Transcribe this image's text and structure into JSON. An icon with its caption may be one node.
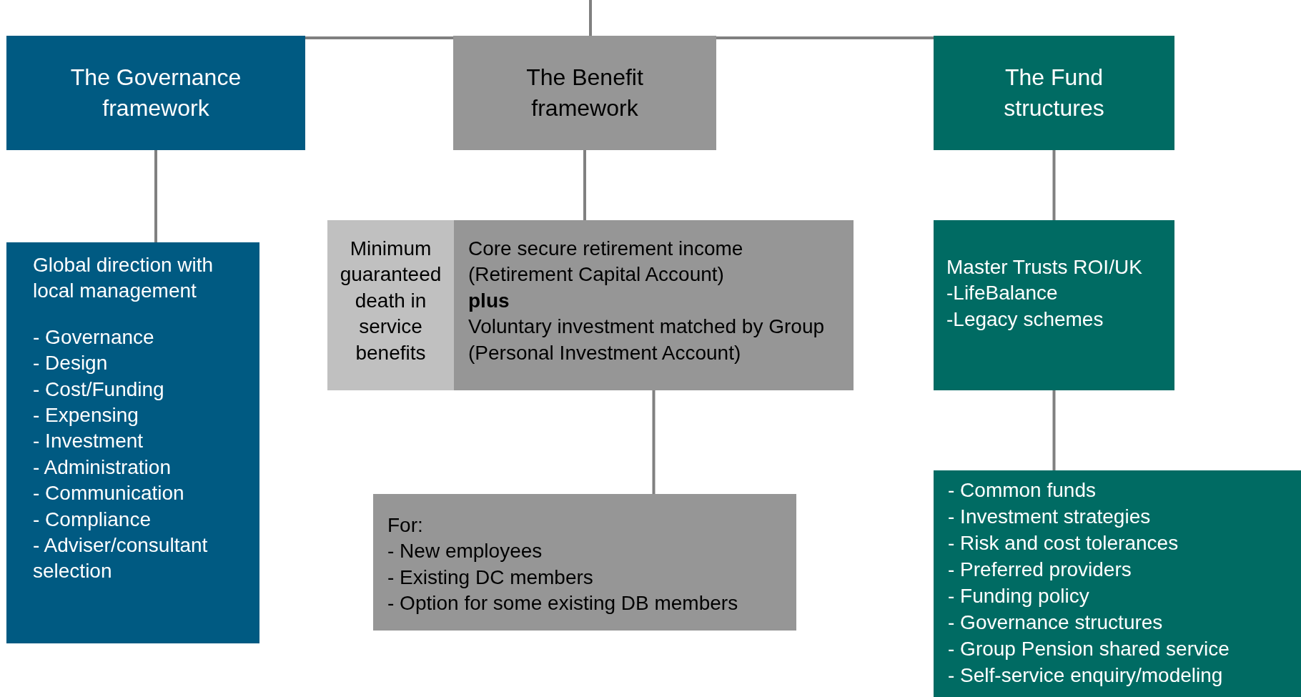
{
  "diagram": {
    "nodes": [
      {
        "text": [
          "The Governance framework"
        ]
      },
      {
        "text": [
          "The Benefit framework"
        ]
      },
      {
        "text": [
          "The Fund structures"
        ]
      },
      {
        "text": [
          "Global direction with local management",
          "- Governance",
          "- Design",
          "- Cost/Funding",
          "- Expensing",
          "- Investment",
          "- Administration",
          "- Communication",
          "- Compliance",
          "- Adviser/consultant selection"
        ]
      },
      {
        "text": [
          "Minimum guaranteed death in service benefits"
        ]
      },
      {
        "text": [
          "Core secure retirement income",
          "(Retirement Capital Account)",
          "**plus**",
          "Voluntary investment matched by Group",
          "(Personal Investment Account)"
        ]
      },
      {
        "text": [
          "Master Trusts ROI/UK",
          "-LifeBalance",
          "-Legacy schemes"
        ]
      },
      {
        "text": [
          "For:",
          "- New employees",
          "- Existing DC members",
          "- Option for some existing DB members"
        ]
      },
      {
        "text": [
          "- Common funds",
          "- Investment strategies",
          "- Risk and cost tolerances",
          "- Preferred providers",
          "- Funding policy",
          "- Governance structures",
          "- Group Pension shared service",
          "- Self-service enquiry/modeling"
        ]
      }
    ],
    "edges": [
      {
        "from": null,
        "to": 0,
        "arrow": "none"
      },
      {
        "from": null,
        "to": 1,
        "arrow": "none"
      },
      {
        "from": null,
        "to": 2,
        "arrow": "none"
      },
      {
        "from": 0,
        "to": 3,
        "arrow": "none"
      },
      {
        "from": 1,
        "to": 5,
        "arrow": "none"
      },
      {
        "from": 5,
        "to": 7,
        "arrow": "none"
      },
      {
        "from": 2,
        "to": 6,
        "arrow": "none"
      },
      {
        "from": 6,
        "to": 8,
        "arrow": "none"
      }
    ]
  }
}
